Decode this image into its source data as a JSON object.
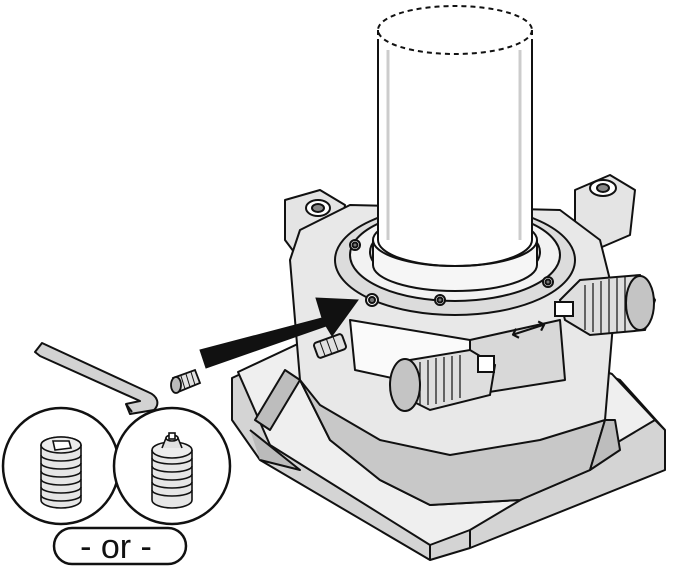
{
  "diagram": {
    "caption_or": "- or -",
    "rotation_symbol": "⟷",
    "parts": {
      "hex_key": "hex-key",
      "set_screw": "set-screw",
      "cup_point_screw": "cup-point-set-screw",
      "flat_point_screw": "dog-point-set-screw",
      "bracket": "mount-bracket",
      "cylinder": "cylinder-payload",
      "knobs": "knurled-knobs",
      "arrow": "insertion-arrow"
    },
    "colors": {
      "line": "#111111",
      "fill_light": "#e9e9e9",
      "fill_mid": "#cfcfcf",
      "fill_dark": "#9a9a9a",
      "arrow": "#111111",
      "background": "#ffffff"
    }
  }
}
